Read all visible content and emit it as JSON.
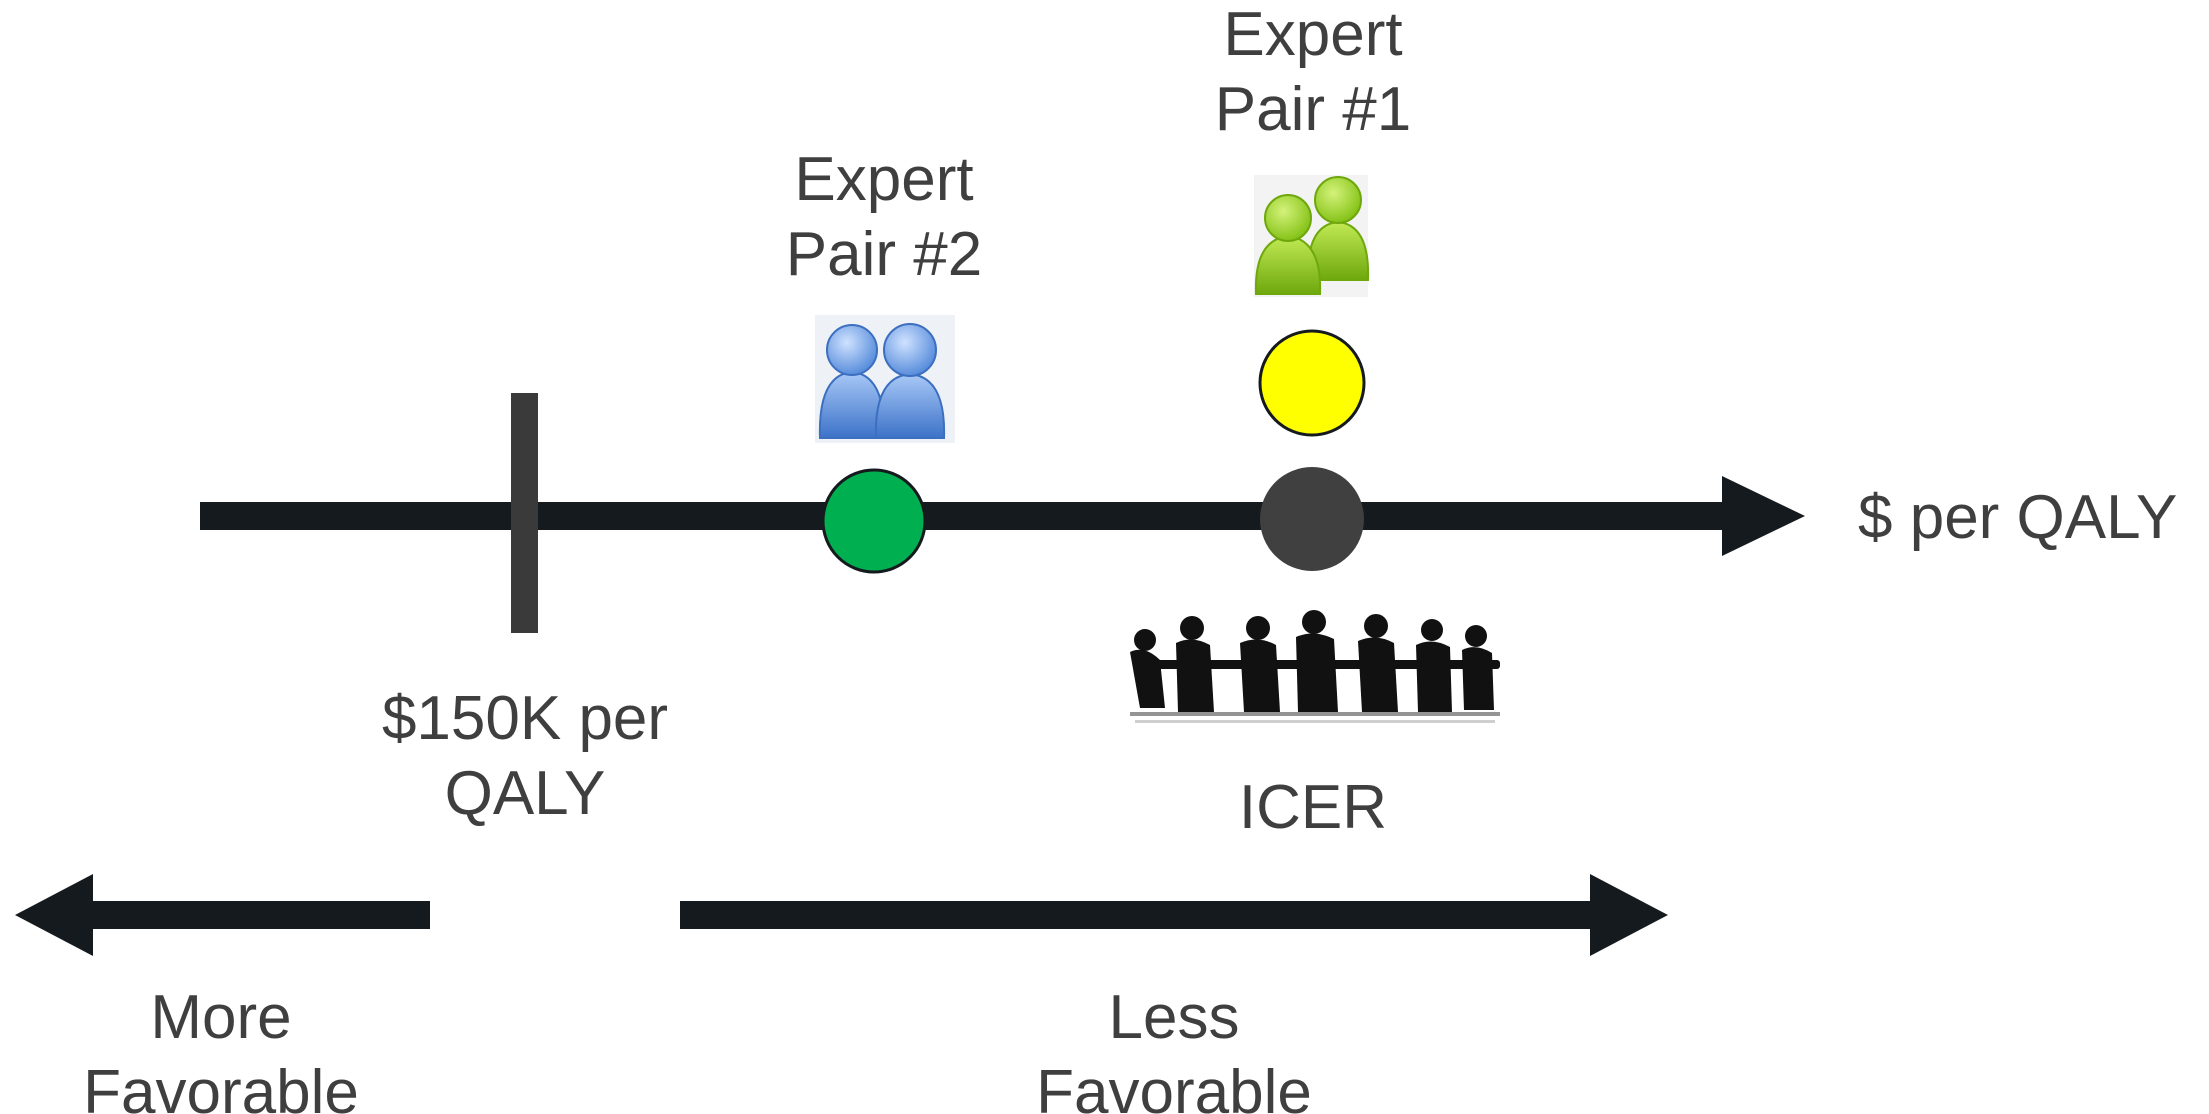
{
  "axis": {
    "label": "$ per QALY"
  },
  "threshold": {
    "line1": "$150K per",
    "line2": "QALY"
  },
  "expert_pair_1": {
    "line1": "Expert",
    "line2": "Pair #1"
  },
  "expert_pair_2": {
    "line1": "Expert",
    "line2": "Pair #2"
  },
  "icer": {
    "label": "ICER"
  },
  "more_favorable": {
    "line1": "More",
    "line2": "Favorable"
  },
  "less_favorable": {
    "line1": "Less",
    "line2": "Favorable"
  },
  "colors": {
    "axis": "#151a1e",
    "threshold_bar": "#3a3a3a",
    "expert_pair_2_dot": "#00b050",
    "expert_pair_1_dot": "#ffff00",
    "icer_dot": "#404040",
    "text": "#3f3f3f",
    "people_blue": "#6fa3e8",
    "people_green": "#8fcc1e"
  },
  "icons": {
    "expert_pair_1": "people-pair-green-icon",
    "expert_pair_2": "people-pair-blue-icon",
    "icer": "meeting-silhouette-icon"
  }
}
